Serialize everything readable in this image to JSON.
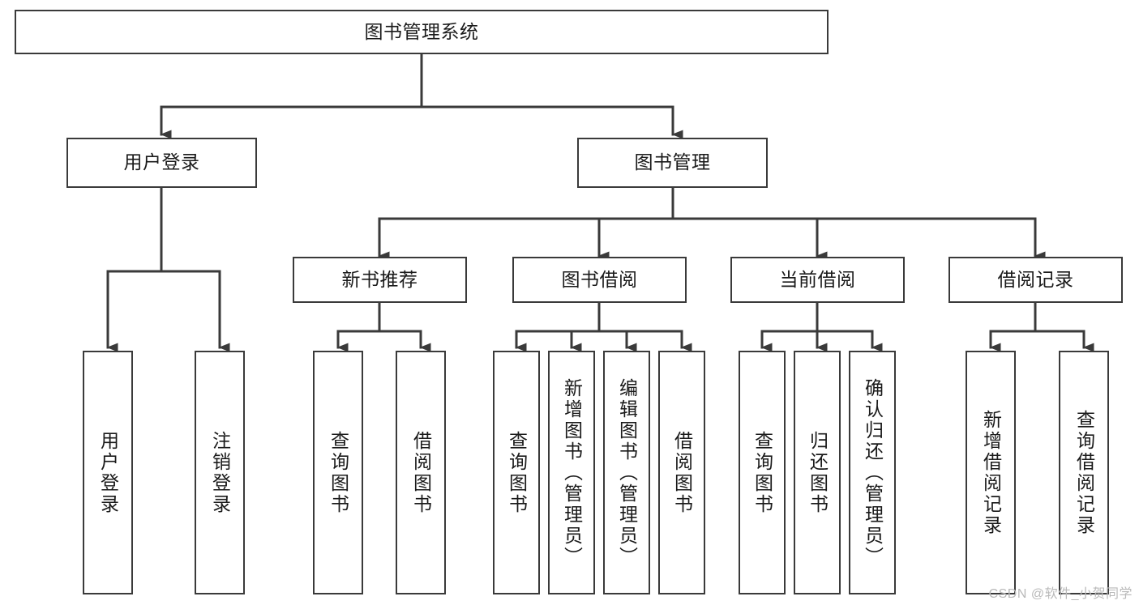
{
  "diagram": {
    "type": "tree",
    "title": "图书管理系统",
    "orientation": "top-down",
    "colors": {
      "background": "#ffffff",
      "node_fill": "#ffffff",
      "node_stroke": "#3a3a3a",
      "edge_stroke": "#3a3a3a",
      "text": "#1a1a1a",
      "watermark": "#b9b9b9"
    },
    "watermark": "CSDN @软件_小贺同学"
  },
  "nodes": {
    "root": {
      "label": "图书管理系统"
    },
    "level2": [
      {
        "label": "用户登录"
      },
      {
        "label": "图书管理"
      }
    ],
    "level3": [
      {
        "label": "新书推荐"
      },
      {
        "label": "图书借阅"
      },
      {
        "label": "当前借阅"
      },
      {
        "label": "借阅记录"
      }
    ],
    "leaves": {
      "user_login": [
        {
          "label": "用户登录"
        },
        {
          "label": "注销登录"
        }
      ],
      "new_book_recommend": [
        {
          "label": "查询图书"
        },
        {
          "label": "借阅图书"
        }
      ],
      "book_borrow": [
        {
          "label": "查询图书"
        },
        {
          "label": "新增图书（管理员）"
        },
        {
          "label": "编辑图书（管理员）"
        },
        {
          "label": "借阅图书"
        }
      ],
      "current_borrow": [
        {
          "label": "查询图书"
        },
        {
          "label": "归还图书"
        },
        {
          "label": "确认归还（管理员）"
        }
      ],
      "borrow_record": [
        {
          "label": "新增借阅记录"
        },
        {
          "label": "查询借阅记录"
        }
      ]
    }
  }
}
